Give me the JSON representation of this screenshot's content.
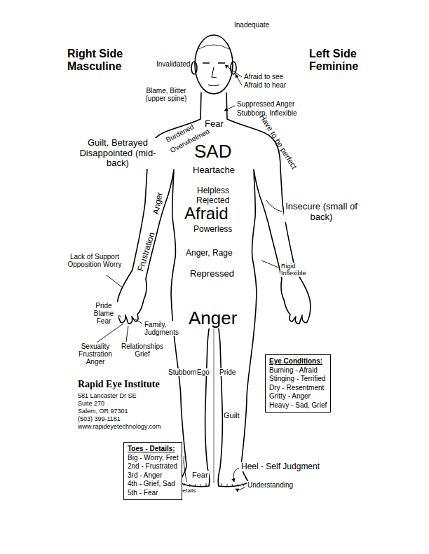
{
  "diagram": {
    "nodes": [
      {
        "text": [
          "Eye Conditions:",
          "Burning - Afraid",
          "Stinging - Terrified",
          "Dry - Resentment",
          "Gritty - Anger",
          "Heavy - Sad, Grief"
        ]
      },
      {
        "text": [
          "Toes - Details:",
          "Big - Worry, Fret",
          "2nd - Frustrated",
          "3rd - Anger",
          "4th - Grief, Sad",
          "5th - Fear"
        ]
      }
    ],
    "edges": [],
    "labels": [
      "Right Side Masculine",
      "Inadequate",
      "Left Side Feminine",
      "Invalidated",
      "Afraid to see",
      "Afraid to hear",
      "Blame, Bitter (upper spine)",
      "Suppressed Anger",
      "Stubborn, Inflexible",
      "Burdened",
      "Overwhelmed",
      "Fear",
      "Have to be perfect",
      "Guilt, Betrayed Disappointed (mid-back)",
      "SAD",
      "Heartache",
      "Anger",
      "Helpless",
      "Rejected",
      "Afraid",
      "Powerless",
      "Insecure (small of back)",
      "Frustration",
      "Anger, Rage",
      "Lack of Support Opposition Worry",
      "Rigid Inflexible",
      "Repressed",
      "Pride Blame Fear",
      "Anger",
      "Family, Judgments",
      "Sexuality Frustration Anger",
      "Relationships Grief",
      "Stubborn",
      "Ego",
      "Pride",
      "Rapid Eye Institute",
      "581 Lancaster Dr SE",
      "Suite 270",
      "Salem, OR 97301",
      "(503) 399-1181",
      "www.rapideyetechnology.com",
      "Guilt",
      "Heel - Self Judgment",
      "Fear",
      "Understanding",
      "Details"
    ]
  }
}
